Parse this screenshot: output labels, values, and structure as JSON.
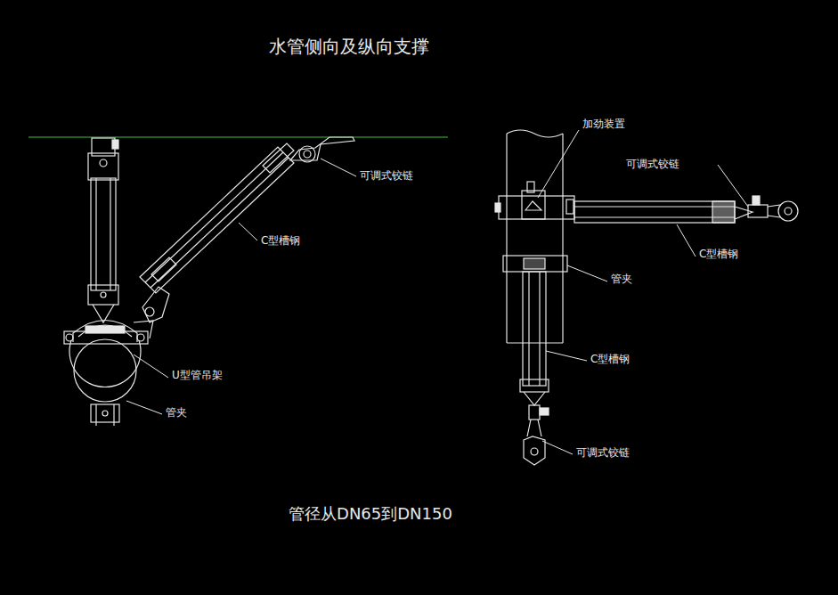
{
  "diagram": {
    "title": "水管侧向及纵向支撑",
    "caption": "管径从DN65到DN150",
    "labels": [
      "可调式铰链",
      "C型槽钢",
      "U型管吊架",
      "管夹",
      "加劲装置",
      "可调式铰链",
      "C型槽钢",
      "管夹",
      "C型槽钢",
      "可调式铰链"
    ]
  }
}
